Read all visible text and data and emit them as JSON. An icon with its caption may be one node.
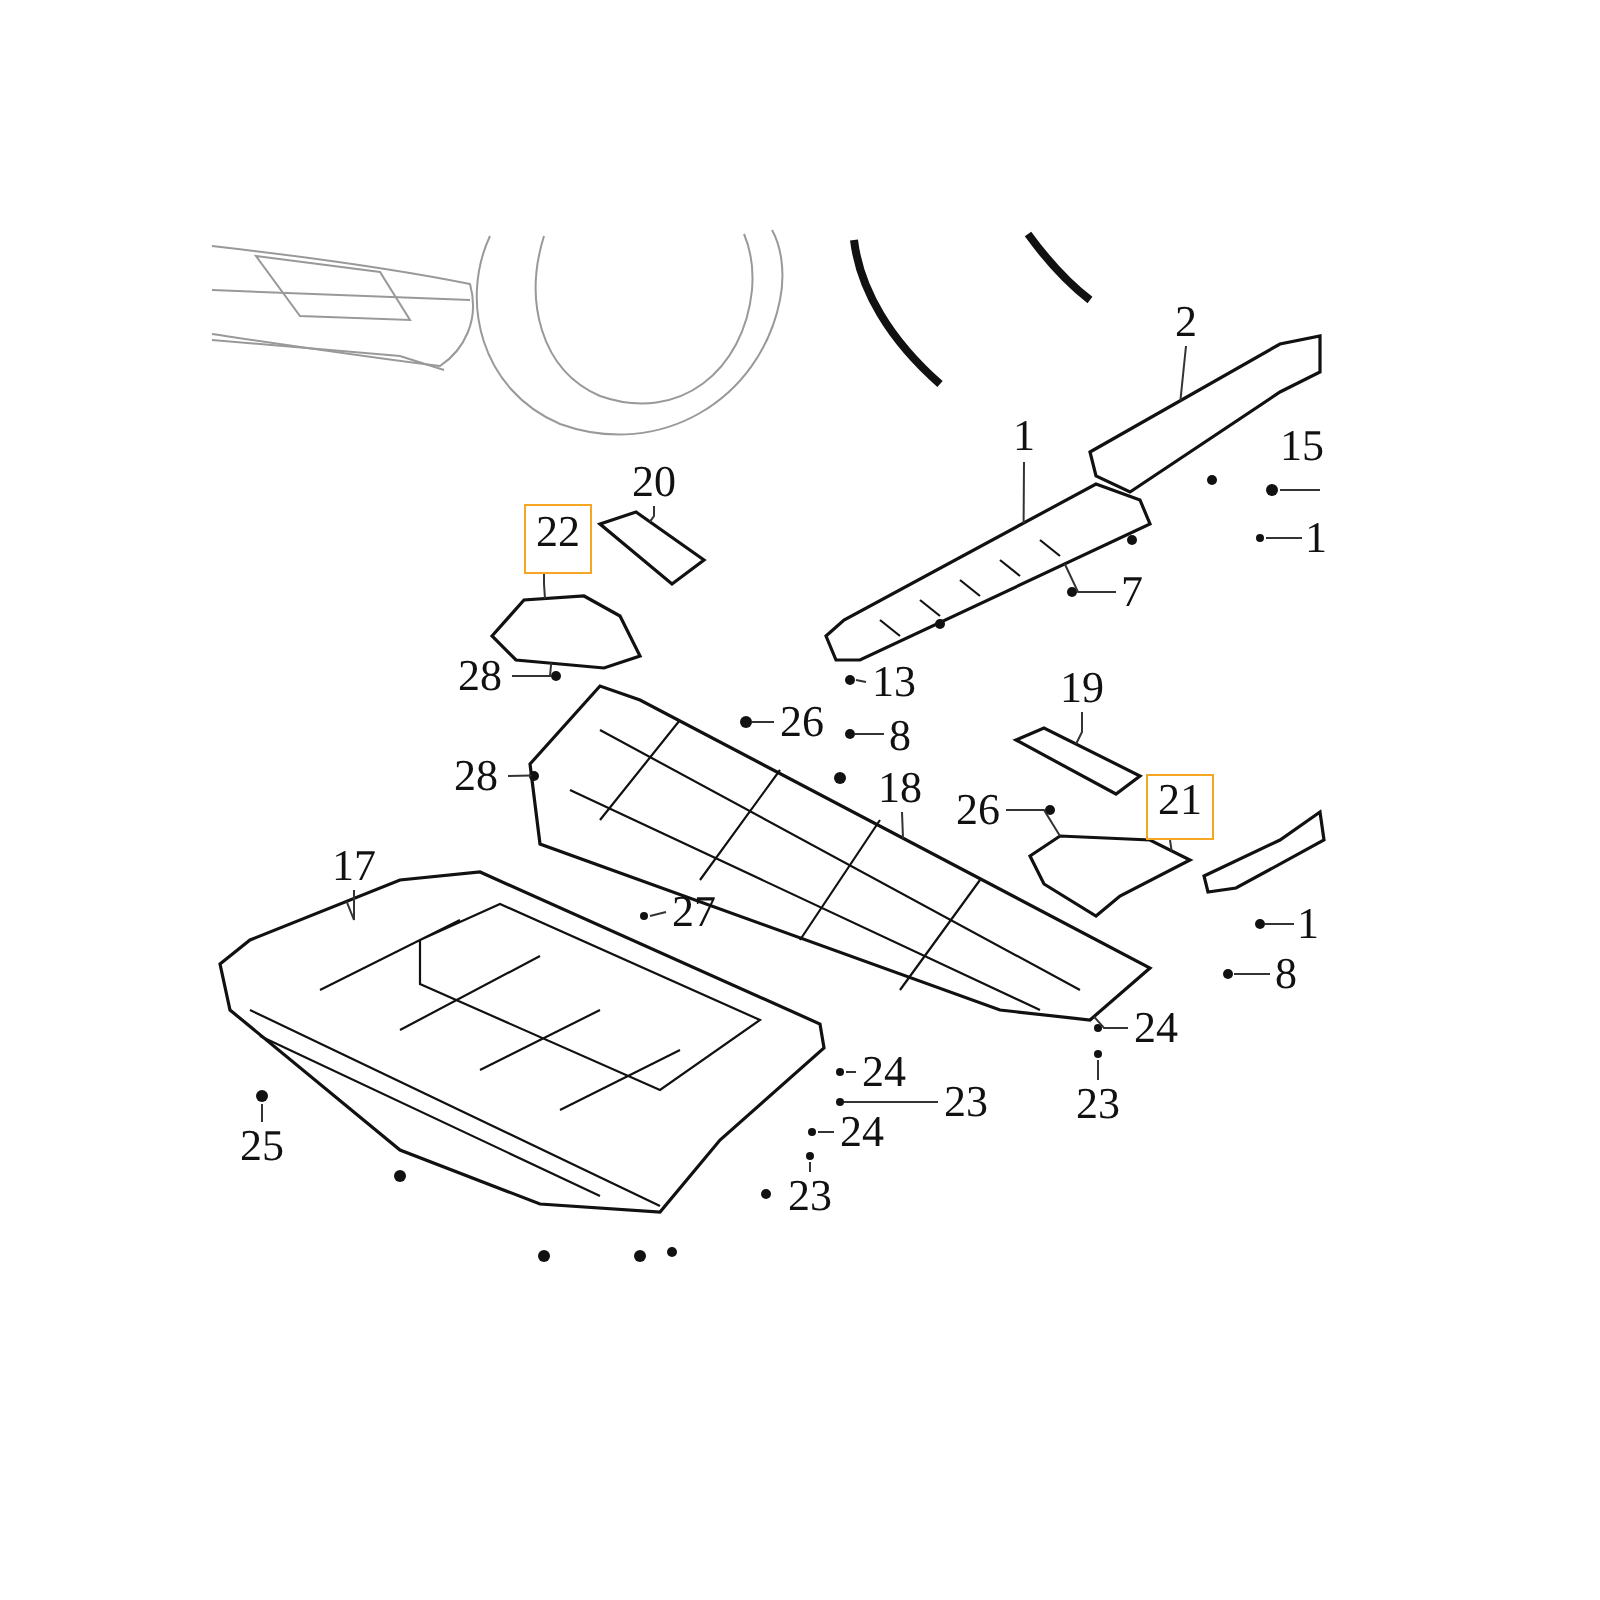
{
  "diagram": {
    "nodes": [
      {
        "text": [
          "2"
        ]
      },
      {
        "text": [
          "15"
        ]
      },
      {
        "text": [
          "1"
        ]
      },
      {
        "text": [
          "20"
        ]
      },
      {
        "text": [],
        "shape": "box"
      },
      {
        "text": [
          "22"
        ],
        "in": 4
      },
      {
        "text": [
          "1"
        ]
      },
      {
        "text": [
          "7"
        ]
      },
      {
        "text": [
          "13"
        ]
      },
      {
        "text": [
          "28"
        ]
      },
      {
        "text": [
          "26"
        ]
      },
      {
        "text": [
          "8"
        ]
      },
      {
        "text": [
          "19"
        ]
      },
      {
        "text": [
          "28"
        ]
      },
      {
        "text": [
          "18"
        ]
      },
      {
        "text": [
          "26"
        ]
      },
      {
        "text": [],
        "shape": "box"
      },
      {
        "text": [
          "21"
        ],
        "in": 16
      },
      {
        "text": [
          "17"
        ]
      },
      {
        "text": [
          "27"
        ]
      },
      {
        "text": [
          "1"
        ]
      },
      {
        "text": [
          "8"
        ]
      },
      {
        "text": [
          "24"
        ]
      },
      {
        "text": [
          "24"
        ]
      },
      {
        "text": [
          "23"
        ]
      },
      {
        "text": [
          "23"
        ]
      },
      {
        "text": [
          "25"
        ]
      },
      {
        "text": [
          "24"
        ]
      },
      {
        "text": [
          "23"
        ]
      },
      {
        "text": [],
        "shape": "picture"
      },
      {
        "text": [],
        "shape": "picture"
      },
      {
        "text": [],
        "shape": "picture"
      },
      {
        "text": [],
        "shape": "picture"
      },
      {
        "text": [],
        "shape": "picture"
      },
      {
        "text": [],
        "shape": "picture"
      },
      {
        "text": [],
        "shape": "picture"
      },
      {
        "text": [],
        "shape": "picture"
      },
      {
        "text": [],
        "shape": "picture"
      },
      {
        "text": [],
        "shape": "circle"
      },
      {
        "text": [],
        "shape": "circle"
      },
      {
        "text": [],
        "shape": "circle"
      }
    ],
    "edges": [
      {
        "from": 0,
        "to": 29,
        "arrow": "none"
      },
      {
        "from": 1,
        "to": null,
        "arrow": "none"
      },
      {
        "from": 2,
        "to": 30,
        "arrow": "none"
      },
      {
        "from": 3,
        "to": 31,
        "arrow": "none"
      },
      {
        "from": 4,
        "to": 32,
        "arrow": "none"
      },
      {
        "from": 6,
        "to": null,
        "arrow": "none"
      },
      {
        "from": 7,
        "to": 30,
        "arrow": "none"
      },
      {
        "from": 8,
        "to": null,
        "arrow": "none"
      },
      {
        "from": 9,
        "to": 32,
        "arrow": "none"
      },
      {
        "from": 10,
        "to": null,
        "arrow": "none"
      },
      {
        "from": 11,
        "to": 38,
        "arrow": "none"
      },
      {
        "from": 12,
        "to": 34,
        "arrow": "none"
      },
      {
        "from": 13,
        "to": 33,
        "arrow": "none"
      },
      {
        "from": 14,
        "to": 33,
        "arrow": "none"
      },
      {
        "from": 15,
        "to": 35,
        "arrow": "none"
      },
      {
        "from": 16,
        "to": 35,
        "arrow": "none"
      },
      {
        "from": 18,
        "to": 36,
        "arrow": "none"
      },
      {
        "from": 19,
        "to": null,
        "arrow": "none"
      },
      {
        "from": 20,
        "to": 39,
        "arrow": "none"
      },
      {
        "from": 21,
        "to": null,
        "arrow": "none"
      },
      {
        "from": 22,
        "to": 33,
        "arrow": "none"
      },
      {
        "from": 23,
        "to": null,
        "arrow": "none"
      },
      {
        "from": 24,
        "to": 40,
        "arrow": "none"
      },
      {
        "from": 25,
        "to": null,
        "arrow": "none"
      },
      {
        "from": 26,
        "to": null,
        "arrow": "none"
      },
      {
        "from": 27,
        "to": null,
        "arrow": "none"
      },
      {
        "from": 28,
        "to": null,
        "arrow": "none"
      }
    ]
  }
}
